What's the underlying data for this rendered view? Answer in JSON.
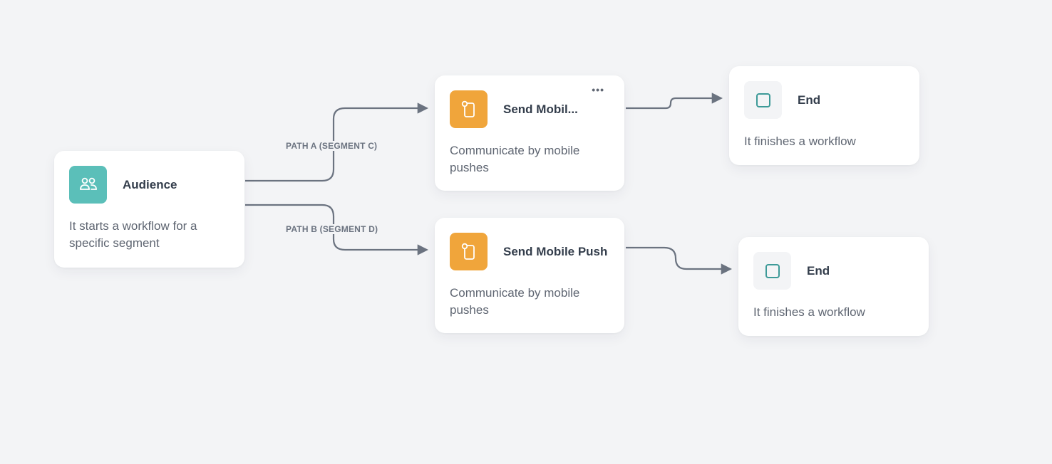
{
  "colors": {
    "background": "#f3f4f6",
    "audience_icon_bg": "#5bbfb9",
    "push_icon_bg": "#f0a53b",
    "end_icon_bg": "#f3f4f6",
    "end_icon_stroke": "#3d9a98",
    "edge": "#6b7380"
  },
  "nodes": {
    "audience": {
      "icon": "audience-icon",
      "title": "Audience",
      "description": "It starts a workflow for a specific segment"
    },
    "push_a": {
      "icon": "mobile-push-icon",
      "title": "Send Mobil...",
      "description": "Communicate by mobile pushes",
      "menu": "•••"
    },
    "push_b": {
      "icon": "mobile-push-icon",
      "title": "Send Mobile Push",
      "description": "Communicate by mobile pushes"
    },
    "end_a": {
      "icon": "end-square-icon",
      "title": "End",
      "description": "It finishes a workflow"
    },
    "end_b": {
      "icon": "end-square-icon",
      "title": "End",
      "description": "It finishes a workflow"
    }
  },
  "edges": [
    {
      "from": "audience",
      "to": "push_a",
      "label": "PATH A (SEGMENT C)"
    },
    {
      "from": "audience",
      "to": "push_b",
      "label": "PATH B (SEGMENT D)"
    },
    {
      "from": "push_a",
      "to": "end_a",
      "label": ""
    },
    {
      "from": "push_b",
      "to": "end_b",
      "label": ""
    }
  ]
}
